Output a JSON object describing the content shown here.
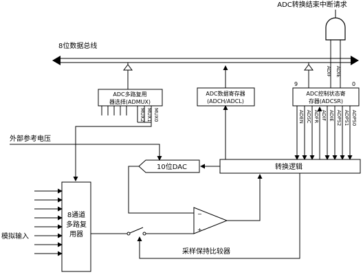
{
  "diagram": {
    "interrupt_label": "ADC转换结束中断请求",
    "bus_label": "8位数据总线",
    "mux_reg_line1": "ADC多路复用",
    "mux_reg_line2": "器选择(ADMUX)",
    "data_reg_line1": "ADC数据寄存器",
    "data_reg_line2": "(ADCH/ADCL)",
    "ctrl_reg_line1": "ADC控制状态寄",
    "ctrl_reg_line2": "存器(ADCSR)",
    "ctrl_bit_hi": "9",
    "ctrl_bit_lo": "0",
    "mux_bits": [
      "MUX2",
      "MUX1",
      "MUX0"
    ],
    "ctrl_bits": [
      "ADEN",
      "ADSC",
      "ADFR",
      "ADIF",
      "ADIE",
      "ADPS2",
      "ADPS1",
      "ADPS0"
    ],
    "flag_adif": "ADIF",
    "flag_adie": "ADIE",
    "ext_ref_label": "外部参考电压",
    "dac_label": "10位DAC",
    "logic_label": "转换逻辑",
    "analog_in_label": "模拟输入",
    "mux8_line1": "8通道",
    "mux8_line2": "多路复",
    "mux8_line3": "用器",
    "comparator_minus": "−",
    "comparator_plus": "+",
    "sample_hold_label": "采样保持比较器"
  }
}
